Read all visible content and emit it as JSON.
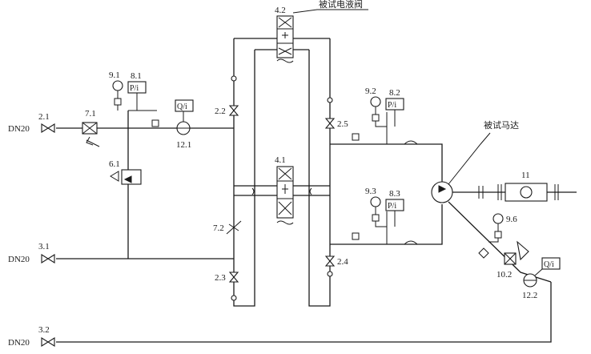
{
  "labels": {
    "in1": "DN20",
    "in2": "DN20",
    "in3": "DN20",
    "v21": "2.1",
    "v31": "3.1",
    "v32": "3.2",
    "v71": "7.1",
    "v61": "6.1",
    "v72": "7.2",
    "v22": "2.2",
    "v23": "2.3",
    "v24": "2.4",
    "v25": "2.5",
    "g91": "9.1",
    "g92": "9.2",
    "g93": "9.3",
    "g96": "9.6",
    "t81": "8.1",
    "t82": "8.2",
    "t83": "8.3",
    "f121": "12.1",
    "f122": "12.2",
    "d41": "4.1",
    "d42": "4.2",
    "r102": "10.2",
    "c11": "11",
    "pi": "P/i",
    "qi": "Q/i",
    "valve_title": "被试电液阀",
    "motor_title": "被试马达"
  }
}
